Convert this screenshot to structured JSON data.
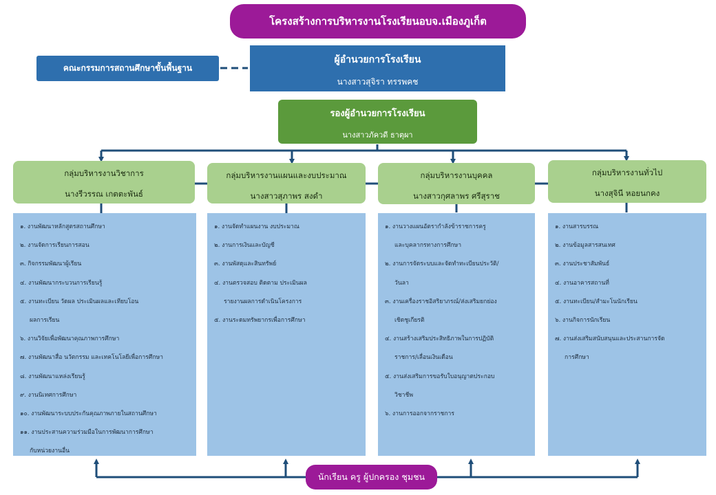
{
  "title": "โครงสร้างการบริหารงานโรงเรียนอบจ.เมืองภูเก็ต",
  "director": {
    "role": "ผู้อำนวยการโรงเรียน",
    "name": "นางสาวสุจิรา   ทรรพคช"
  },
  "committee": "คณะกรรมการสถานศึกษาขั้นพื้นฐาน",
  "deputy": {
    "role": "รองผู้อำนวยการโรงเรียน",
    "name": "นางสาวภัควดี   ธาตุผา"
  },
  "groups": [
    {
      "title": "กลุ่มบริหารงานวิชาการ",
      "head": "นางรีวรรณ เกตตะพันธ์",
      "items": [
        "๑. งานพัฒนาหลักสูตรสถานศึกษา",
        "๒. งานจัดการเรียนการสอน",
        "๓. กิจกรรมพัฒนาผู้เรียน",
        "๔. งานพัฒนากระบวนการเรียนรู้",
        "๕. งานทะเบียน วัดผล ประเมินผลและเทียบโอน",
        "ผลการเรียน",
        "๖. งานวิจัยเพื่อพัฒนาคุณภาพการศึกษา",
        "๗. งานพัฒนาสื่อ นวัตกรรม และเทคโนโลยีเพื่อการศึกษา",
        "๘. งานพัฒนาแหล่งเรียนรู้",
        "๙. งานนิเทศการศึกษา",
        "๑๐. งานพัฒนาระบบประกันคุณภาพภายในสถานศึกษา",
        "๑๑. งานประสานความร่วมมือในการพัฒนาการศึกษา",
        "กับหน่วยงานอื่น"
      ]
    },
    {
      "title": "กลุ่มบริหารงานแผนและงบประมาณ",
      "head": "นางสาวสุภาพร  สงดำ",
      "items": [
        "๑. งานจัดทำแผนงาน งบประมาณ",
        "๒. งานการเงินและบัญชี",
        "๓. งานพัสดุและสินทรัพย์",
        "๔. งานตรวจสอบ ติดตาม ประเมินผล",
        "รายงานผลการดำเนินโครงการ",
        "๕. งานระดมทรัพยากรเพื่อการศึกษา"
      ]
    },
    {
      "title": "กลุ่มบริหารงานบุคคล",
      "head": "นางสาวกุศลาพร  ศรีสุราช",
      "items": [
        "๑. งานวางแผนอัตรากำลังข้าราชการครู",
        "และบุคลากรทางการศึกษา",
        "๒. งานการจัดระบบและจัดทำทะเบียนประวัติ/",
        "วันลา",
        "๓. งานเครื่องราชอิสริยาภรณ์/ส่งเสริมยกย่อง",
        "เชิดชูเกียรติ",
        "๔. งานสร้างเสริมประสิทธิภาพในการปฏิบัติ",
        "ราชการ/เลื่อนเงินเดือน",
        "๕. งานส่งเสริมการขอรับใบอนุญาตประกอบ",
        "วิชาชีพ",
        "๖. งานการออกจากราชการ"
      ]
    },
    {
      "title": "กลุ่มบริหารงานทั่วไป",
      "head": "นางสุจินี  หอยนกคง",
      "items": [
        "๑. งานสารบรรณ",
        "๒. งานข้อมูลสารสนเทศ",
        "๓. งานประชาสัมพันธ์",
        "๔. งานอาคารสถานที่",
        "๕. งานทะเบียน/สำมะโนนักเรียน",
        "๖. งานกิจการนักเรียน",
        "๗. งานส่งเสริมสนับสนุนและประสานการจัด",
        "การศึกษา"
      ]
    }
  ],
  "stakeholders": "นักเรียน ครู ผู้ปกครอง ชุมชน"
}
